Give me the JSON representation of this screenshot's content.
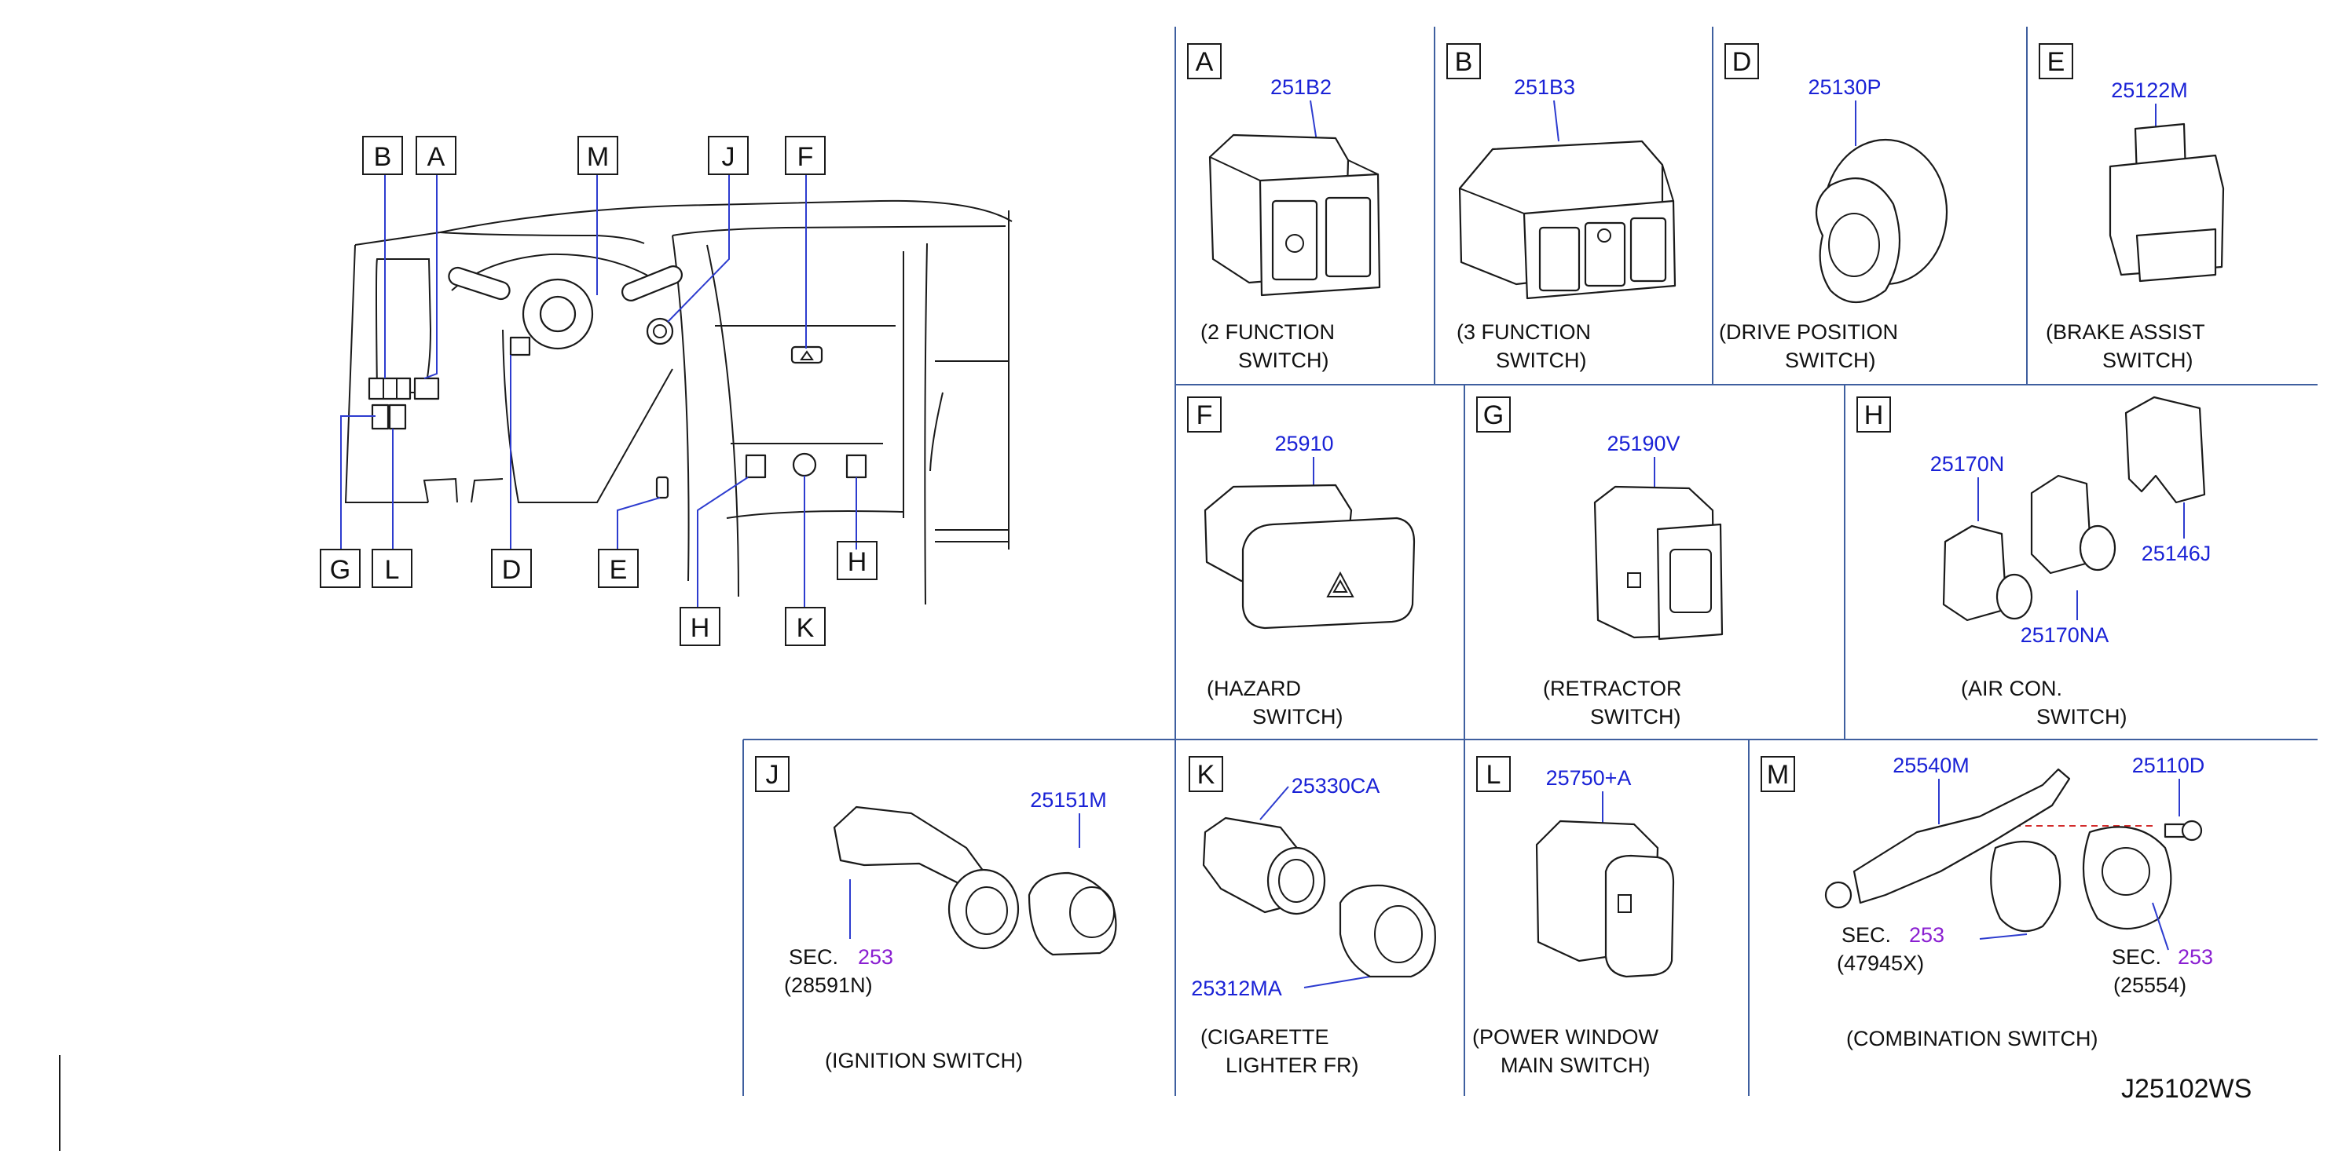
{
  "overview": {
    "callouts": [
      "B",
      "A",
      "M",
      "J",
      "F",
      "G",
      "L",
      "D",
      "E",
      "H",
      "H",
      "K"
    ]
  },
  "panels": [
    {
      "letter": "A",
      "part_number": "251B2",
      "caption": [
        "(2   FUNCTION",
        "SWITCH)"
      ]
    },
    {
      "letter": "B",
      "part_number": "251B3",
      "caption": [
        "(3   FUNCTION",
        "SWITCH)"
      ]
    },
    {
      "letter": "D",
      "part_number": "25130P",
      "caption": [
        "(DRIVE   POSITION",
        "SWITCH)"
      ]
    },
    {
      "letter": "E",
      "part_number": "25122M",
      "caption": [
        "(BRAKE   ASSIST",
        "SWITCH)"
      ]
    },
    {
      "letter": "F",
      "part_number": "25910",
      "caption": [
        "(HAZARD",
        "SWITCH)"
      ]
    },
    {
      "letter": "G",
      "part_number": "25190V",
      "caption": [
        "(RETRACTOR",
        "SWITCH)"
      ]
    },
    {
      "letter": "H",
      "part_numbers": [
        "25170N",
        "25146J",
        "25170NA"
      ],
      "caption": [
        "(AIR    CON.",
        "SWITCH)"
      ]
    },
    {
      "letter": "J",
      "part_number": "25151M",
      "sec_prefix": "SEC.",
      "sec_number": "253",
      "sec_ref": "(28591N)",
      "caption": [
        "(IGNITION   SWITCH)"
      ]
    },
    {
      "letter": "K",
      "part_numbers": [
        "25330CA",
        "25312MA"
      ],
      "caption": [
        "(CIGARETTE",
        "LIGHTER   FR)"
      ]
    },
    {
      "letter": "L",
      "part_number": "25750+A",
      "caption": [
        "(POWER    WINDOW",
        "MAIN   SWITCH)"
      ]
    },
    {
      "letter": "M",
      "part_numbers": [
        "25540M",
        "25110D"
      ],
      "sec_prefix": "SEC.",
      "sec_number": "253",
      "sec_refs": [
        "(47945X)",
        "(25554)"
      ],
      "caption": [
        "(COMBINATION   SWITCH)"
      ]
    }
  ],
  "drawing_code": "J25102WS",
  "colors": {
    "part_number": "#1a22d6",
    "section_number": "#8a1fd1",
    "grid": "#3f5f9f",
    "line": "#1a1a1a"
  }
}
